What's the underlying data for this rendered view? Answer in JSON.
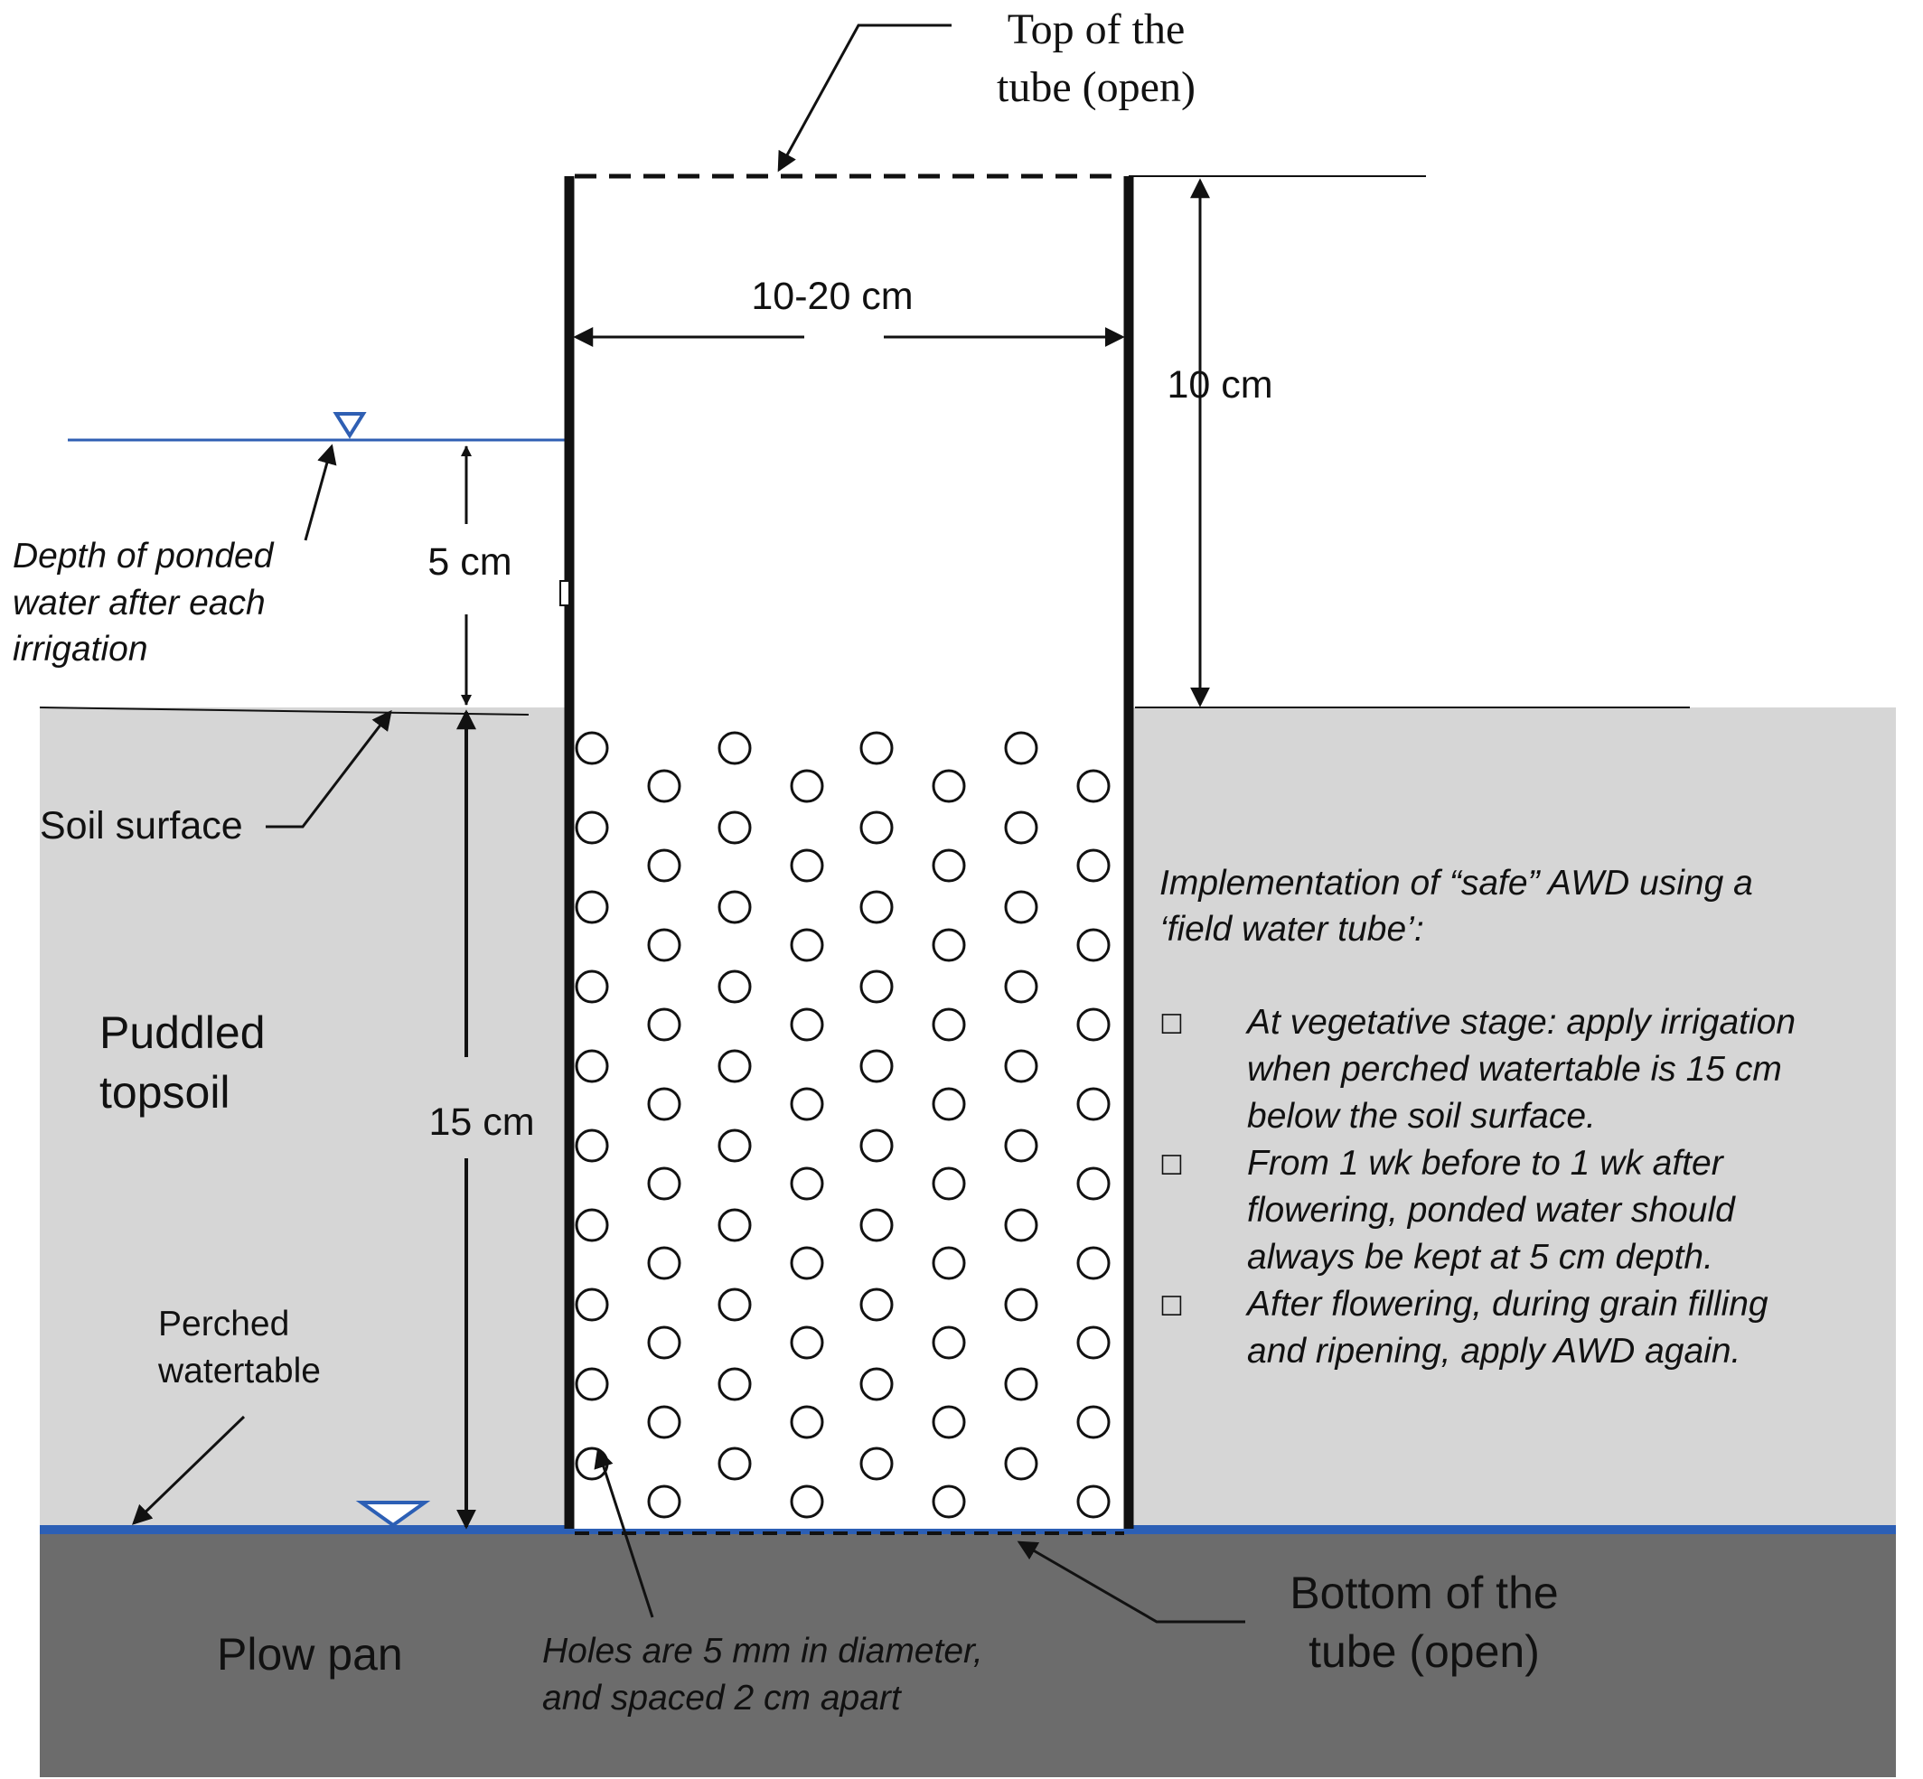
{
  "labels": {
    "top_of_tube_1": "Top of the",
    "top_of_tube_2": "tube (open)",
    "width_dim": "10-20 cm",
    "tube_height_dim": "10 cm",
    "ponded_depth_dim": "5 cm",
    "ponded_note_1": "Depth of ponded",
    "ponded_note_2": "water after each",
    "ponded_note_3": "irrigation",
    "soil_surface": "Soil surface",
    "puddled_1": "Puddled",
    "puddled_2": "topsoil",
    "topsoil_depth_dim": "15 cm",
    "perched_1": "Perched",
    "perched_2": "watertable",
    "plow_pan": "Plow pan",
    "holes_note_1": "Holes are 5  mm in diameter,",
    "holes_note_2": "and spaced 2 cm apart",
    "bottom_of_tube_1": "Bottom of the",
    "bottom_of_tube_2": "tube (open)"
  },
  "implementation": {
    "heading_1": "Implementation of  “safe” AWD using a",
    "heading_2": "‘field water tube’:",
    "bullet_glyph": "☐",
    "items": [
      {
        "line_1": "At vegetative stage: apply irrigation",
        "line_2": "when perched watertable is 15 cm",
        "line_3": "below the soil surface."
      },
      {
        "line_1": "From 1 wk before to 1 wk after",
        "line_2": "flowering, ponded water should",
        "line_3": "always be kept at 5 cm depth."
      },
      {
        "line_1": "After flowering, during grain filling",
        "line_2": "and ripening, apply AWD again."
      }
    ]
  },
  "colors": {
    "topsoil": "#d6d6d6",
    "plow_pan": "#6c6c6c",
    "water_line": "#2f5fb3",
    "perched_line": "#2c5fb5",
    "ink": "#111111"
  }
}
